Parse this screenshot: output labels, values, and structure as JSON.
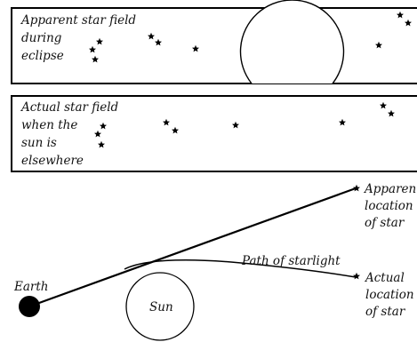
{
  "panels": {
    "eclipse": {
      "label_lines": [
        "Apparent star field",
        "during",
        "eclipse"
      ]
    },
    "elsewhere": {
      "label_lines": [
        "Actual star field",
        "when the",
        "sun is",
        "elsewhere"
      ]
    }
  },
  "diagram": {
    "earth_label": "Earth",
    "sun_label": "Sun",
    "path_label": "Path of starlight",
    "apparent_label_lines": [
      "Apparent",
      "location",
      "of star"
    ],
    "actual_label_lines": [
      "Actual",
      "location",
      "of star"
    ]
  },
  "colors": {
    "ink": "#000000",
    "background": "#ffffff"
  },
  "icons": {
    "star": "star-icon",
    "earth": "earth-icon",
    "sun": "sun-icon"
  }
}
